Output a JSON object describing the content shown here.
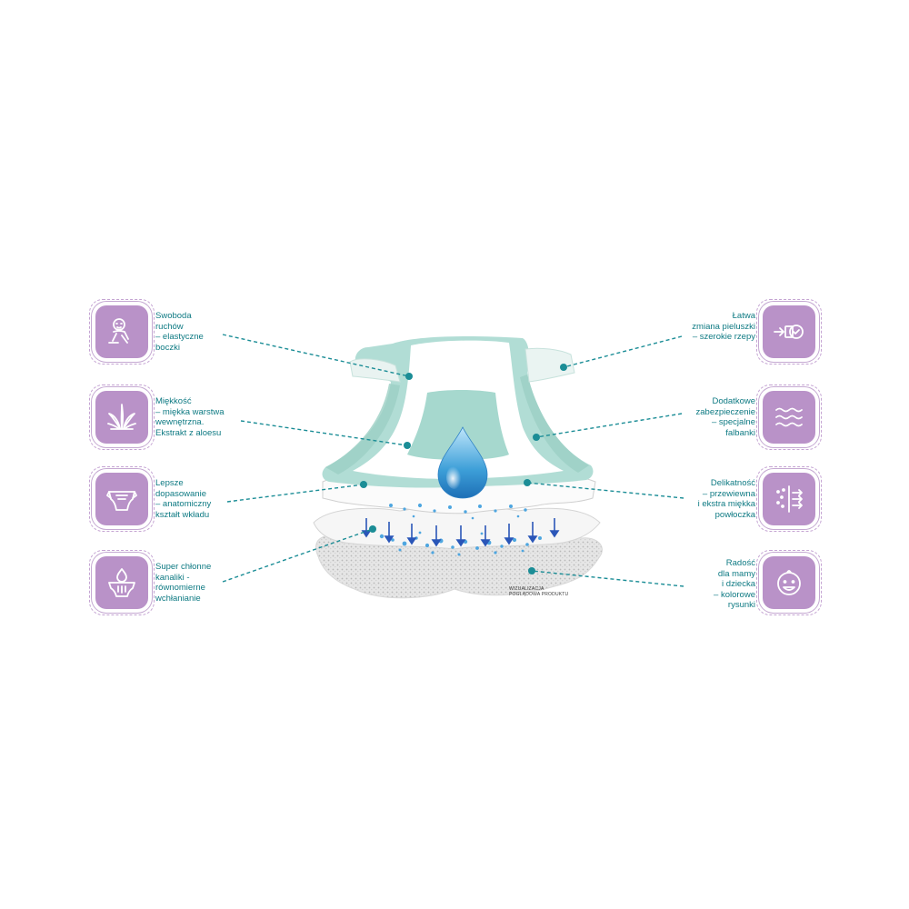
{
  "features": {
    "left": [
      {
        "id": "freedom",
        "icon": "baby-crawling-icon",
        "lines": [
          "Swoboda",
          "ruchów",
          "– elastyczne",
          "boczki"
        ]
      },
      {
        "id": "softness",
        "icon": "aloe-leaf-icon",
        "lines": [
          "Miękkość",
          "– miękka warstwa",
          "wewnętrzna.",
          "Ekstrakt z aloesu"
        ]
      },
      {
        "id": "fit",
        "icon": "diaper-icon",
        "lines": [
          "Lepsze",
          "dopasowanie",
          "– anatomiczny",
          "kształt wkładu"
        ]
      },
      {
        "id": "absorption",
        "icon": "absorbent-channel-icon",
        "lines": [
          "Super chłonne",
          "kanaliki -",
          "równomierne",
          "wchłanianie"
        ]
      }
    ],
    "right": [
      {
        "id": "change",
        "icon": "tab-fastener-icon",
        "lines": [
          "Łatwa",
          "zmiana pieluszki",
          "– szerokie rzepy"
        ]
      },
      {
        "id": "protection",
        "icon": "waves-icon",
        "lines": [
          "Dodatkowe",
          "zabezpieczenie",
          "– specjalne",
          "falbanki"
        ]
      },
      {
        "id": "delicacy",
        "icon": "breathable-layer-icon",
        "lines": [
          "Delikatność",
          "– przewiewna",
          "i ekstra miękka",
          "powłoczka"
        ]
      },
      {
        "id": "joy",
        "icon": "baby-face-icon",
        "lines": [
          "Radość",
          "dla mamy",
          "i dziecka",
          "– kolorowe",
          "rysunki"
        ]
      }
    ]
  },
  "caption": {
    "lines": [
      "WIZUALIZACJA",
      "POGLĄDOWA PRODUKTU"
    ]
  },
  "colors": {
    "accent": "#0e7a83",
    "icon_bg": "#b992c8",
    "diaper_green": "#a9d8cf",
    "drop_blue": "#3d9fd8"
  }
}
